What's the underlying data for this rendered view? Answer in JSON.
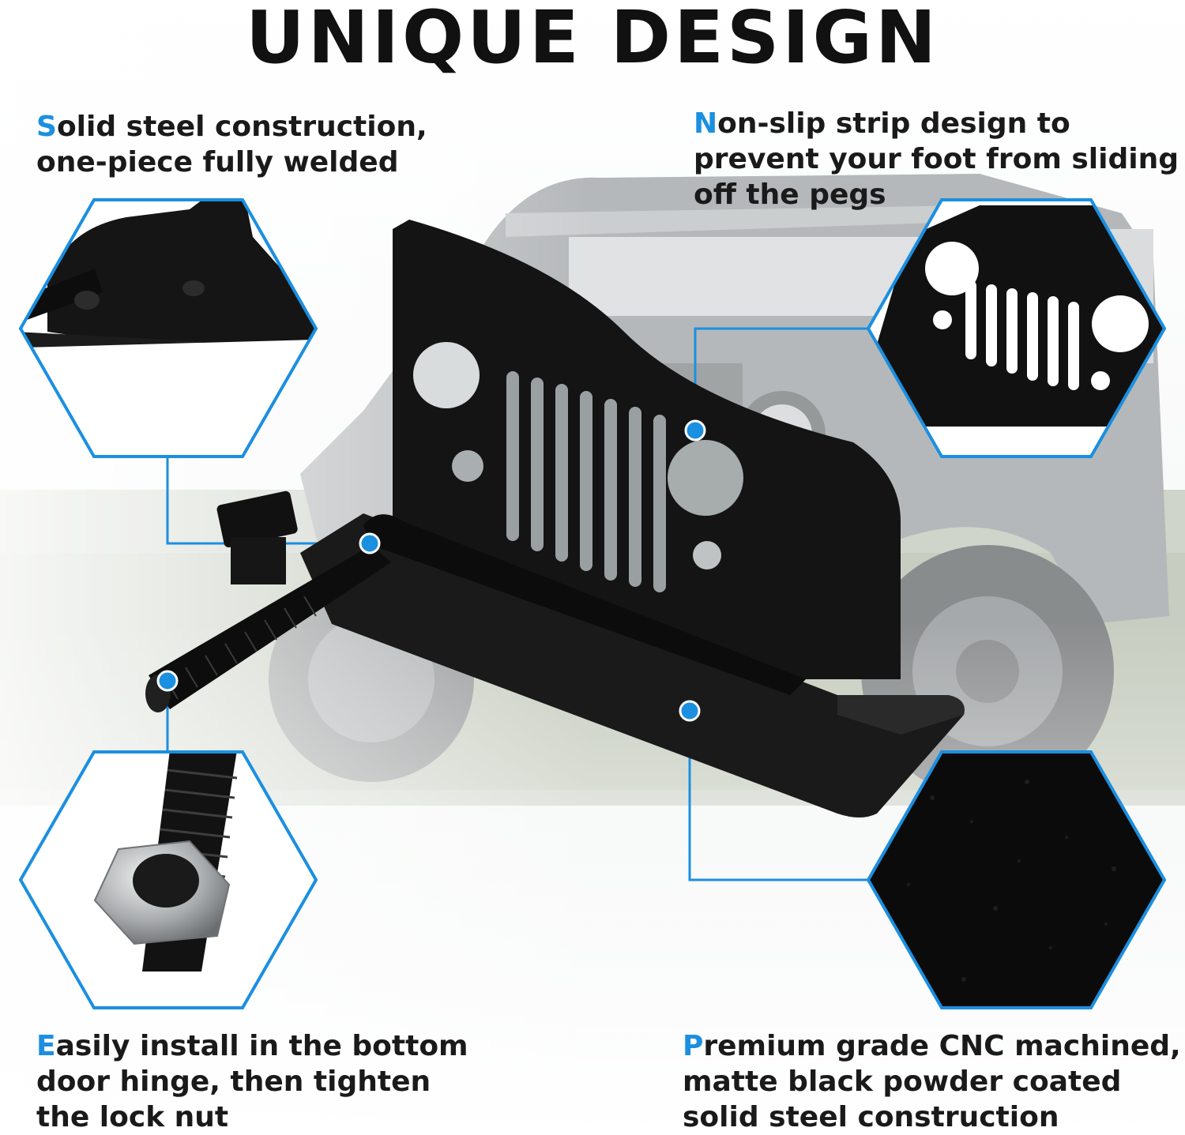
{
  "title": "UNIQUE DESIGN",
  "captions": {
    "top_left": {
      "first_letter": "S",
      "lines": [
        "olid steel construction,",
        "one-piece fully welded"
      ]
    },
    "top_right": {
      "first_letter": "N",
      "lines": [
        "on-slip strip design to",
        "prevent your foot from sliding",
        "off the pegs"
      ]
    },
    "bottom_left": {
      "first_letter": "E",
      "lines": [
        "asily install in the bottom",
        "door hinge, then tighten",
        "the lock nut"
      ]
    },
    "bottom_right": {
      "first_letter": "P",
      "lines": [
        "remium grade CNC machined,",
        "matte black powder coated",
        "solid steel construction"
      ]
    }
  },
  "colors": {
    "accent": "#1b8fe0",
    "text": "#1a1a1a",
    "product": "#141414"
  }
}
